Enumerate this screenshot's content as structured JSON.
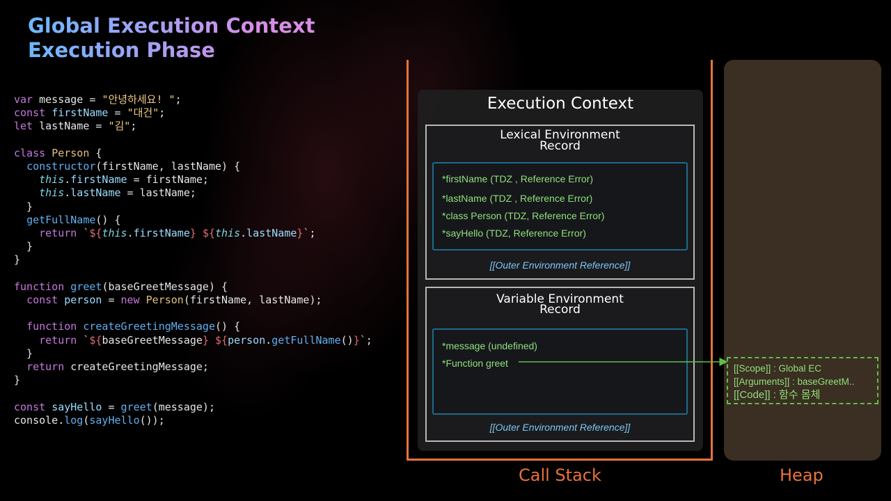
{
  "title": {
    "line1": "Global Execution Context",
    "line2": "Execution Phase"
  },
  "code": {
    "var_message": "var message = \"안녕하세요! \";",
    "language": "javascript"
  },
  "execution_context": {
    "title": "Execution Context",
    "lexical": {
      "title_line1": "Lexical Environment",
      "title_line2": "Record",
      "entries": [
        "*firstName (TDZ , Reference Error)",
        "*lastName (TDZ , Reference Error)",
        "*class Person (TDZ, Reference Error)",
        "*sayHello (TDZ, Reference Error)"
      ],
      "outer": "[[Outer Environment Reference]]"
    },
    "variable": {
      "title_line1": "Variable Environment",
      "title_line2": "Record",
      "entries": [
        "*message (undefined)",
        "*Function greet"
      ],
      "outer": "[[Outer Environment Reference]]"
    }
  },
  "labels": {
    "call_stack": "Call Stack",
    "heap": "Heap"
  },
  "function_object": {
    "scope": "[[Scope]]  : Global EC",
    "arguments": "[[Arguments]] : baseGreetM..",
    "code": "[[Code]] : 함수 몸체"
  },
  "colors": {
    "accent_orange": "#e8733a",
    "entry_green": "#8fe07a",
    "outer_blue": "#7cc7f5",
    "heap_brown": "#3b2e22"
  }
}
